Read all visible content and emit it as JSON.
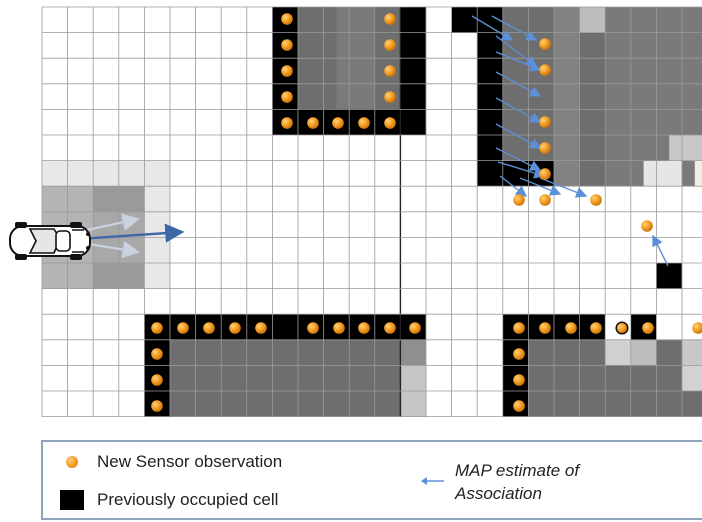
{
  "legend": {
    "observation_label": "New Sensor observation",
    "occupied_label": "Previously occupied cell",
    "map_label_line1": "MAP estimate of",
    "map_label_line2": "Association"
  },
  "colors": {
    "occupied": "#000000",
    "observation": "#f29a1f",
    "arrow": "#5b8fd6",
    "grid_line": "#9a9a9a"
  },
  "icons": {
    "vehicle": "car-icon",
    "observation": "sensor-dot-icon",
    "association": "arrow-icon"
  }
}
